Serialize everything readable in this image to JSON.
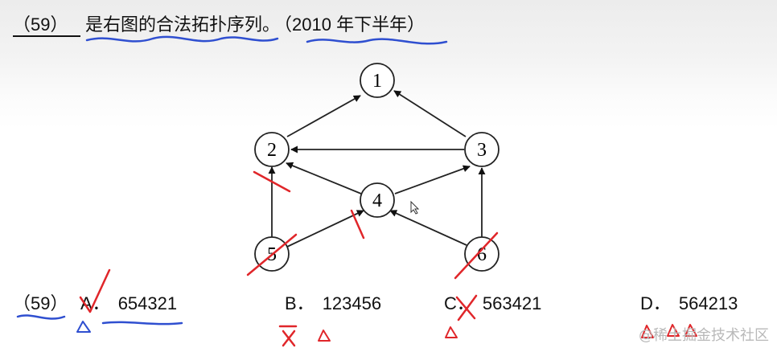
{
  "question": {
    "number": "（59）",
    "stem": "是右图的合法拓扑序列。",
    "year": "（2010 年下半年）"
  },
  "graph": {
    "nodes": [
      {
        "id": "1",
        "label": "1"
      },
      {
        "id": "2",
        "label": "2"
      },
      {
        "id": "3",
        "label": "3"
      },
      {
        "id": "4",
        "label": "4"
      },
      {
        "id": "5",
        "label": "5"
      },
      {
        "id": "6",
        "label": "6"
      }
    ],
    "edges": [
      {
        "from": "2",
        "to": "1"
      },
      {
        "from": "3",
        "to": "1"
      },
      {
        "from": "3",
        "to": "2"
      },
      {
        "from": "4",
        "to": "2"
      },
      {
        "from": "4",
        "to": "3"
      },
      {
        "from": "5",
        "to": "2"
      },
      {
        "from": "5",
        "to": "4"
      },
      {
        "from": "6",
        "to": "4"
      },
      {
        "from": "6",
        "to": "3"
      }
    ]
  },
  "options": {
    "ref": "（59）",
    "a": {
      "letter": "A．",
      "value": "654321"
    },
    "b": {
      "letter": "B．",
      "value": "123456"
    },
    "c": {
      "letter": "C．",
      "value": "563421"
    },
    "d": {
      "letter": "D．",
      "value": "564213"
    }
  },
  "colors": {
    "ink_blue": "#2f4fd0",
    "ink_red": "#e0262a",
    "node_stroke": "#222222"
  },
  "watermark": "@稀土掘金技术社区"
}
